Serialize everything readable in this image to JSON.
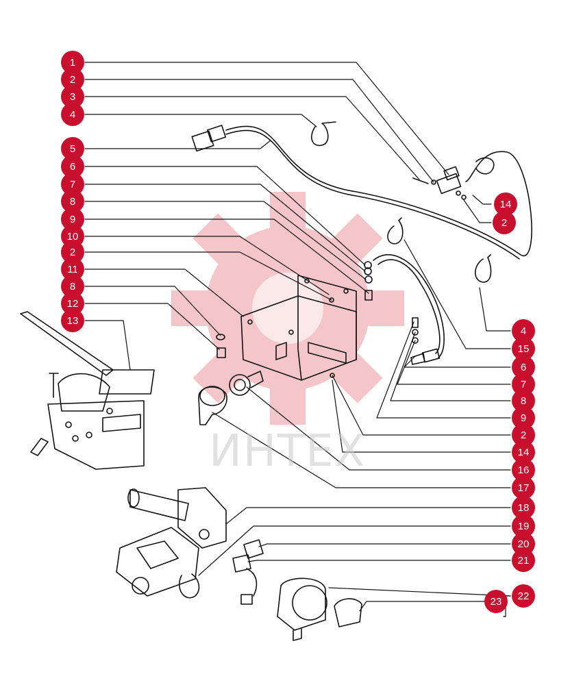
{
  "accent_color": "#c8102e",
  "watermark": {
    "text": "ИНТЕХ",
    "gear_color": "#f2b3b7"
  },
  "callouts": [
    {
      "label": "1"
    },
    {
      "label": "2"
    },
    {
      "label": "3"
    },
    {
      "label": "4"
    },
    {
      "label": "5"
    },
    {
      "label": "6"
    },
    {
      "label": "7"
    },
    {
      "label": "8"
    },
    {
      "label": "9"
    },
    {
      "label": "10"
    },
    {
      "label": "2"
    },
    {
      "label": "11"
    },
    {
      "label": "8"
    },
    {
      "label": "12"
    },
    {
      "label": "13"
    },
    {
      "label": "14"
    },
    {
      "label": "2"
    },
    {
      "label": "4"
    },
    {
      "label": "15"
    },
    {
      "label": "6"
    },
    {
      "label": "7"
    },
    {
      "label": "8"
    },
    {
      "label": "9"
    },
    {
      "label": "2"
    },
    {
      "label": "14"
    },
    {
      "label": "16"
    },
    {
      "label": "17"
    },
    {
      "label": "18"
    },
    {
      "label": "19"
    },
    {
      "label": "20"
    },
    {
      "label": "21"
    },
    {
      "label": "22"
    },
    {
      "label": "23"
    }
  ]
}
